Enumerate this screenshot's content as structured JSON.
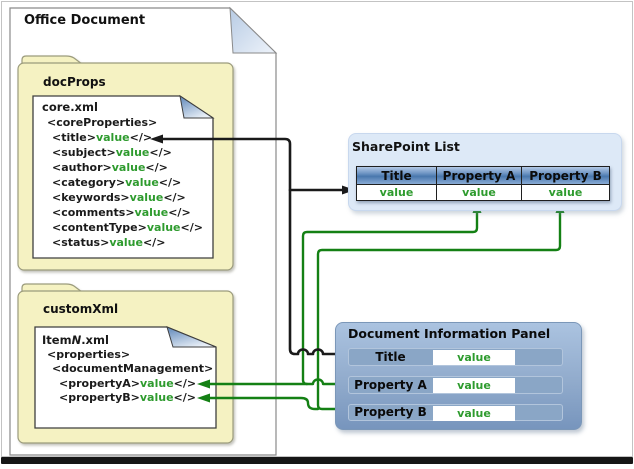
{
  "office_document": {
    "title": "Office Document",
    "docprops": {
      "folder_label": "docProps",
      "file_name": "core.xml",
      "root_tag": "<coreProperties>",
      "properties": [
        {
          "pre": "<title>",
          "val": "value",
          "post": "</>"
        },
        {
          "pre": "<subject>",
          "val": "value",
          "post": "</>"
        },
        {
          "pre": "<author>",
          "val": "value",
          "post": "</>"
        },
        {
          "pre": "<category>",
          "val": "value",
          "post": "</>"
        },
        {
          "pre": "<keywords>",
          "val": "value",
          "post": "</>"
        },
        {
          "pre": "<comments>",
          "val": "value",
          "post": "</>"
        },
        {
          "pre": "<contentType>",
          "val": "value",
          "post": "</>"
        },
        {
          "pre": "<status>",
          "val": "value",
          "post": "</>"
        }
      ]
    },
    "customxml": {
      "folder_label": "customXml",
      "file_name_pre": "Item",
      "file_name_italic": "N",
      "file_name_post": ".xml",
      "root_tag": "<properties>",
      "group_tag": "<documentManagement>",
      "properties": [
        {
          "pre": "<propertyA>",
          "val": "value",
          "post": "</>"
        },
        {
          "pre": "<propertyB>",
          "val": "value",
          "post": "</>"
        }
      ]
    }
  },
  "sharepoint_list": {
    "title": "SharePoint List",
    "columns": [
      "Title",
      "Property A",
      "Property B"
    ],
    "values": [
      "value",
      "value",
      "value"
    ]
  },
  "document_information_panel": {
    "title": "Document Information Panel",
    "rows": [
      {
        "label": "Title",
        "value": "value"
      },
      {
        "label": "Property A",
        "value": "value"
      },
      {
        "label": "Property B",
        "value": "value"
      }
    ]
  },
  "colors": {
    "green_text": "#2e9b2e",
    "green_line": "#148014",
    "black_line": "#1a1a1a",
    "folder_fill": "#f5f2c2",
    "sharepoint_panel": "#dde9f7",
    "dip_panel_top": "#abc3e0",
    "dip_panel_bottom": "#7795bd"
  }
}
